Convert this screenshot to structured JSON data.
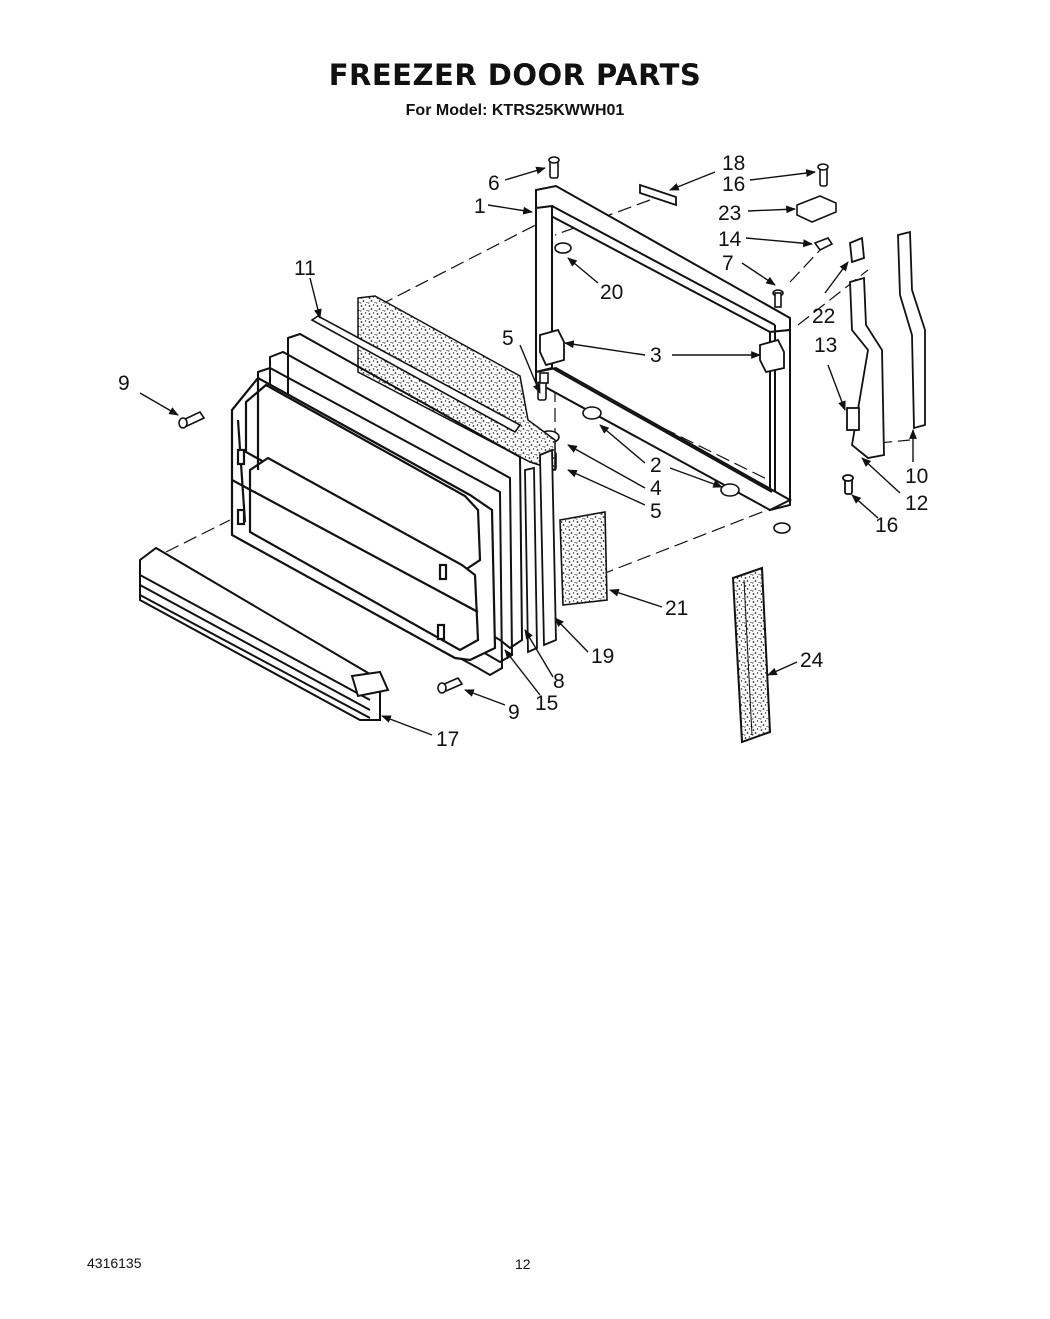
{
  "header": {
    "title": "FREEZER DOOR PARTS",
    "subtitle": "For Model: KTRS25KWWH01"
  },
  "footer": {
    "doc_number": "4316135",
    "page_number": "12"
  },
  "part_labels": {
    "p1": "1",
    "p2": "2",
    "p3": "3",
    "p4": "4",
    "p5a": "5",
    "p5b": "5",
    "p6": "6",
    "p7": "7",
    "p8": "8",
    "p9a": "9",
    "p9b": "9",
    "p10": "10",
    "p11": "11",
    "p12": "12",
    "p13": "13",
    "p14": "14",
    "p15": "15",
    "p16a": "16",
    "p16b": "16",
    "p17": "17",
    "p18": "18",
    "p19": "19",
    "p20": "20",
    "p21": "21",
    "p22": "22",
    "p23": "23",
    "p24": "24"
  }
}
